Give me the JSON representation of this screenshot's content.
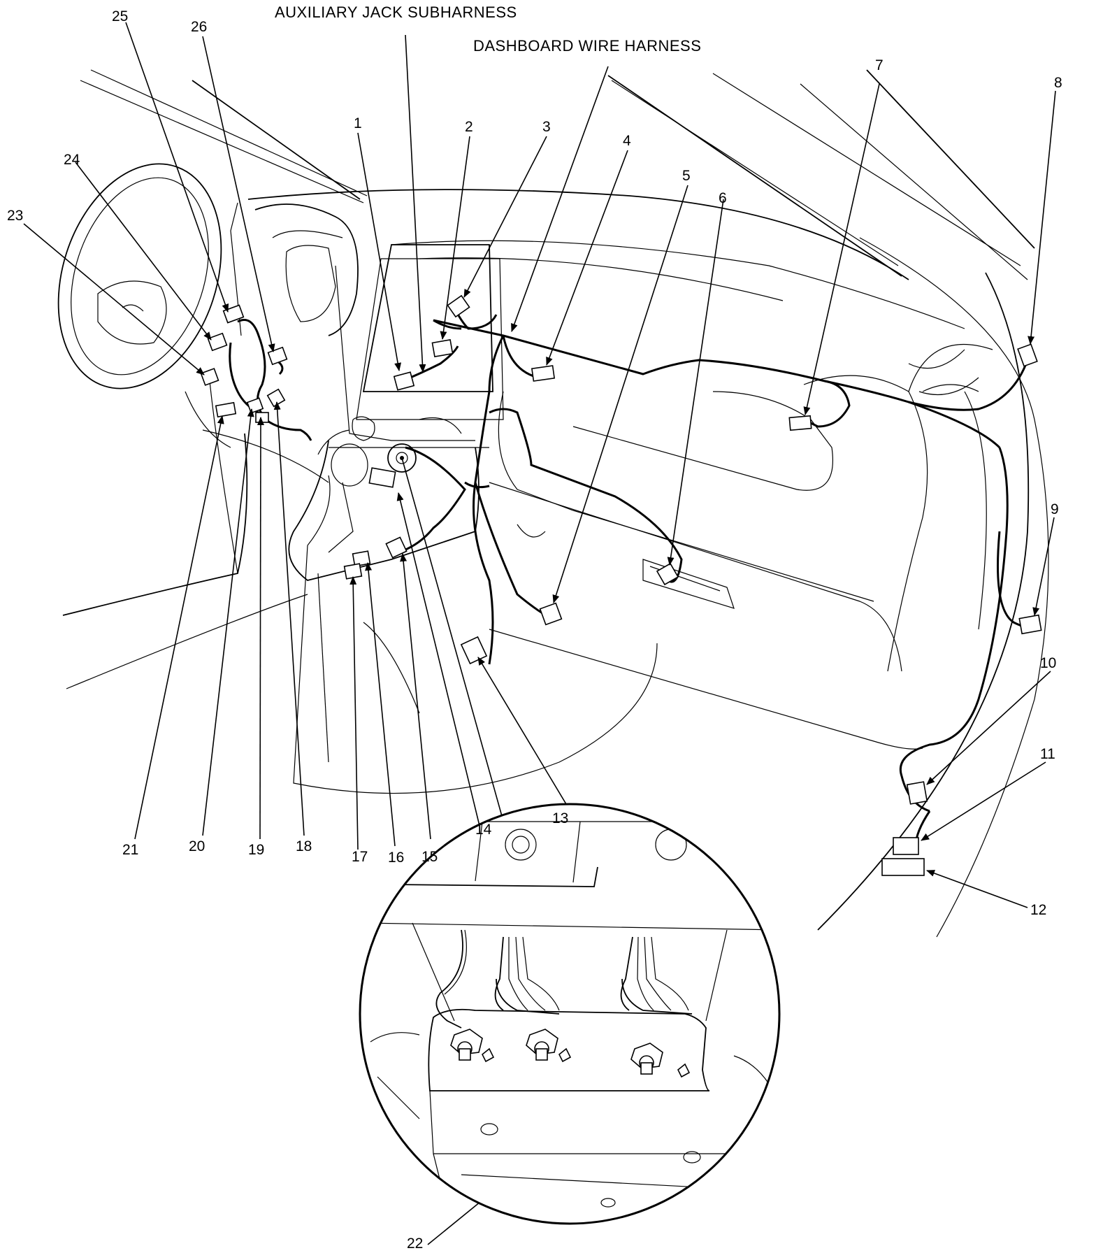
{
  "titles": {
    "auxiliary": "AUXILIARY JACK SUBHARNESS",
    "dashboard": "DASHBOARD WIRE HARNESS"
  },
  "callouts": [
    "1",
    "2",
    "3",
    "4",
    "5",
    "6",
    "7",
    "8",
    "9",
    "10",
    "11",
    "12",
    "13",
    "14",
    "15",
    "16",
    "17",
    "18",
    "19",
    "20",
    "21",
    "22",
    "23",
    "24",
    "25",
    "26"
  ]
}
